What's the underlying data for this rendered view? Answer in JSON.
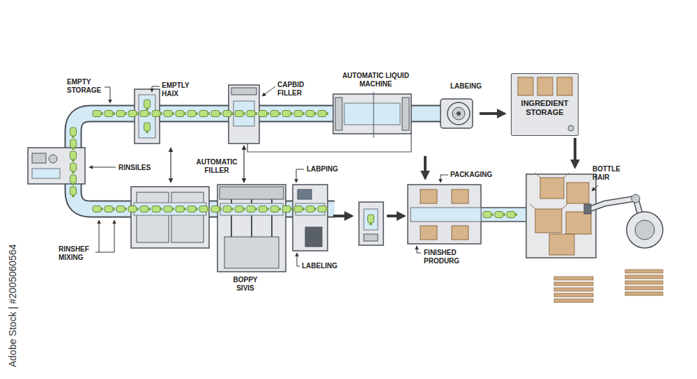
{
  "diagram": {
    "nodes": [
      {
        "text": [
          "INGREDIENT STORAGE"
        ]
      }
    ],
    "labels": [
      "EMPTY STORAGE",
      "EMPTLY HAIX",
      "CAPBID FILLER",
      "AUTOMATIC LIQUID MACHINE",
      "LABEING",
      "RINSILES",
      "AUTOMATIC FILLER",
      "LABPING",
      "PACKAGING",
      "BOTTLE HAIR",
      "RINSHEF MIXING",
      "LABELING",
      "FINISHED PRODURG",
      "BOPPY SIVIS",
      "Adobe Stock | #2005060564"
    ]
  }
}
